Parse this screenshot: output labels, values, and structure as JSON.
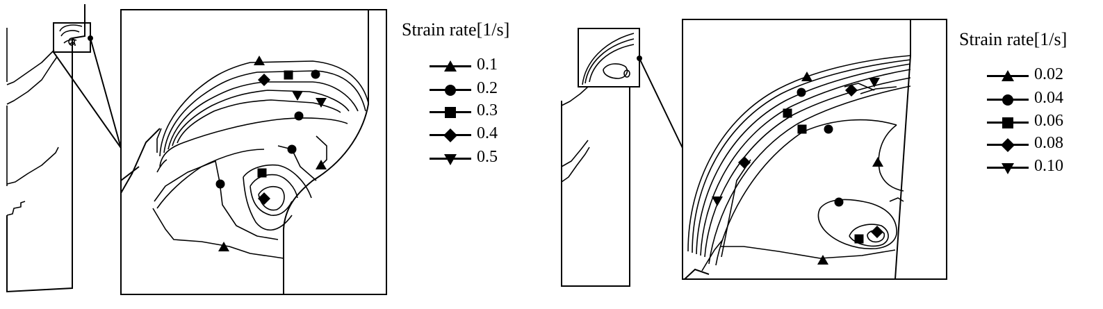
{
  "legends": [
    {
      "title": "Strain rate[1/s]",
      "entries": [
        {
          "label": "0.1",
          "marker": "triangle-up"
        },
        {
          "label": "0.2",
          "marker": "circle"
        },
        {
          "label": "0.3",
          "marker": "square"
        },
        {
          "label": "0.4",
          "marker": "diamond"
        },
        {
          "label": "0.5",
          "marker": "triangle-down"
        }
      ]
    },
    {
      "title": "Strain rate[1/s]",
      "entries": [
        {
          "label": "0.02",
          "marker": "triangle-up"
        },
        {
          "label": "0.04",
          "marker": "circle"
        },
        {
          "label": "0.06",
          "marker": "square"
        },
        {
          "label": "0.08",
          "marker": "diamond"
        },
        {
          "label": "0.10",
          "marker": "triangle-down"
        }
      ]
    }
  ],
  "colors": {
    "line": "#000000",
    "background": "#ffffff"
  }
}
